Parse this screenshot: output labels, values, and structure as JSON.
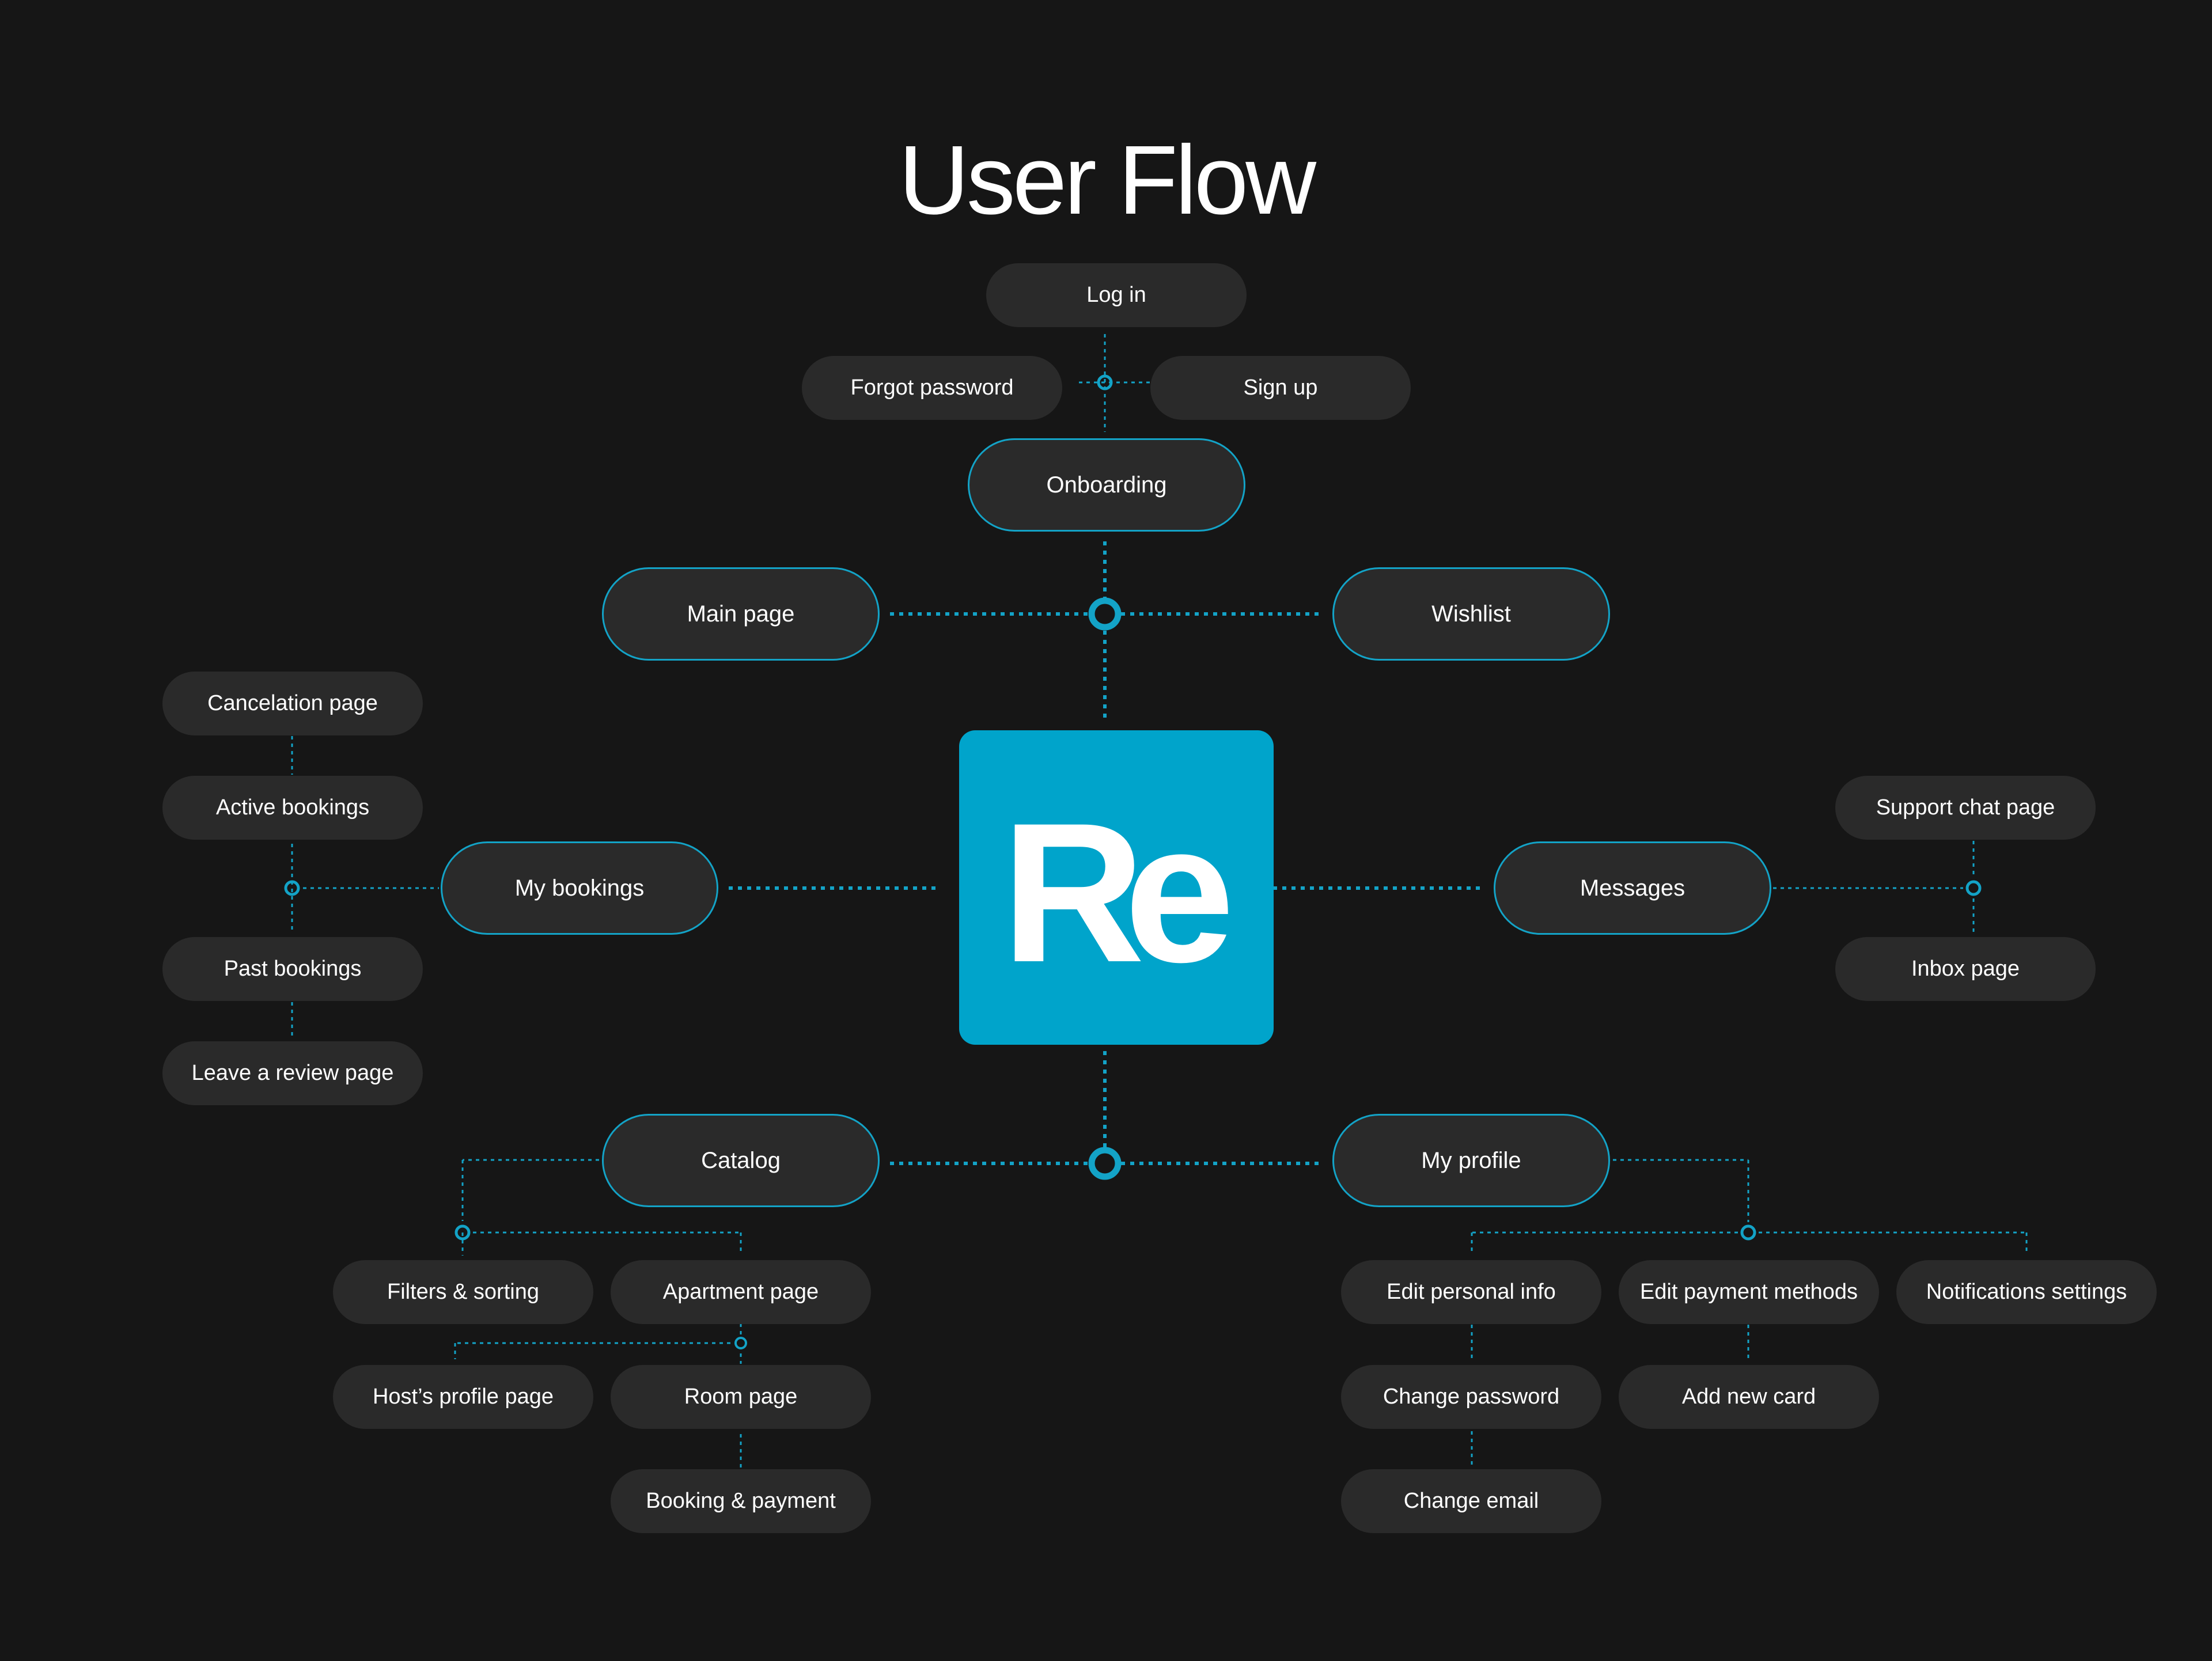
{
  "title": "User Flow",
  "logo_text": "Re",
  "accent_color": "#00a4cb",
  "line_color": "#13a3c7",
  "background_color": "#161616",
  "node_color": "#2a2a2a",
  "nodes": {
    "log_in": "Log in",
    "forgot_password": "Forgot password",
    "sign_up": "Sign up",
    "onboarding": "Onboarding",
    "main_page": "Main page",
    "wishlist": "Wishlist",
    "my_bookings": "My bookings",
    "messages": "Messages",
    "catalog": "Catalog",
    "my_profile": "My profile",
    "cancelation_page": "Cancelation page",
    "active_bookings": "Active bookings",
    "past_bookings": "Past bookings",
    "leave_review": "Leave a review page",
    "support_chat": "Support chat page",
    "inbox_page": "Inbox page",
    "filters_sorting": "Filters & sorting",
    "apartment_page": "Apartment page",
    "hosts_profile": "Host’s profile page",
    "room_page": "Room page",
    "booking_payment": "Booking & payment",
    "edit_personal_info": "Edit personal info",
    "edit_payment_methods": "Edit payment methods",
    "notifications_settings": "Notifications settings",
    "change_password": "Change password",
    "add_new_card": "Add new card",
    "change_email": "Change email"
  }
}
